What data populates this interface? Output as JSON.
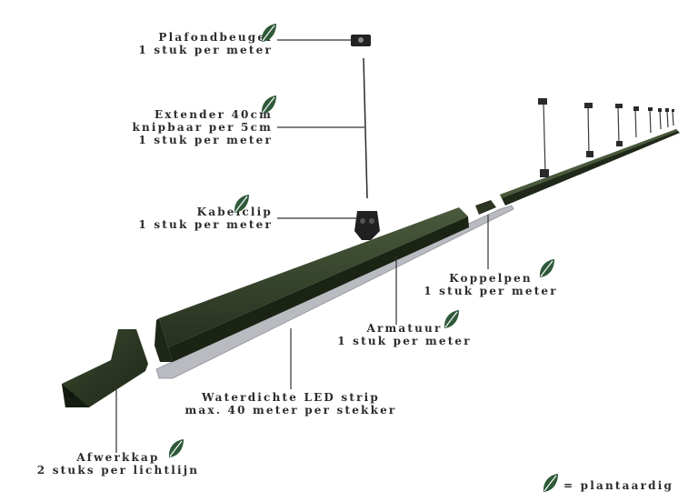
{
  "colors": {
    "profile": "#27311f",
    "profile_light": "#3c4a30",
    "profile_dark": "#172013",
    "leaf": "#2f5a3a",
    "led_strip": "#b9bbc0",
    "text": "#2b2b2b",
    "line": "#333333"
  },
  "labels": {
    "plafondbeugel": {
      "line1": "Plafondbeugel",
      "line2": "1 stuk per meter",
      "leaf_icon": "leaf-icon"
    },
    "extender": {
      "line1": "Extender 40cm",
      "line2": "knipbaar per 5cm",
      "line3": "1 stuk per meter",
      "leaf_icon": "leaf-icon"
    },
    "kabelclip": {
      "line1": "Kabelclip",
      "line2": "1 stuk per meter",
      "leaf_icon": "leaf-icon"
    },
    "koppelpen": {
      "line1": "Koppelpen",
      "line2": "1 stuk per meter",
      "leaf_icon": "leaf-icon"
    },
    "armatuur": {
      "line1": "Armatuur",
      "line2": "1 stuk per meter",
      "leaf_icon": "leaf-icon"
    },
    "led_strip": {
      "line1": "Waterdichte LED strip",
      "line2": "max. 40 meter per stekker"
    },
    "afwerkkap": {
      "line1": "Afwerkkap",
      "line2": "2 stuks per lichtlijn",
      "leaf_icon": "leaf-icon"
    }
  },
  "legend": {
    "symbol": "leaf-icon",
    "text": "= plantaardig"
  }
}
